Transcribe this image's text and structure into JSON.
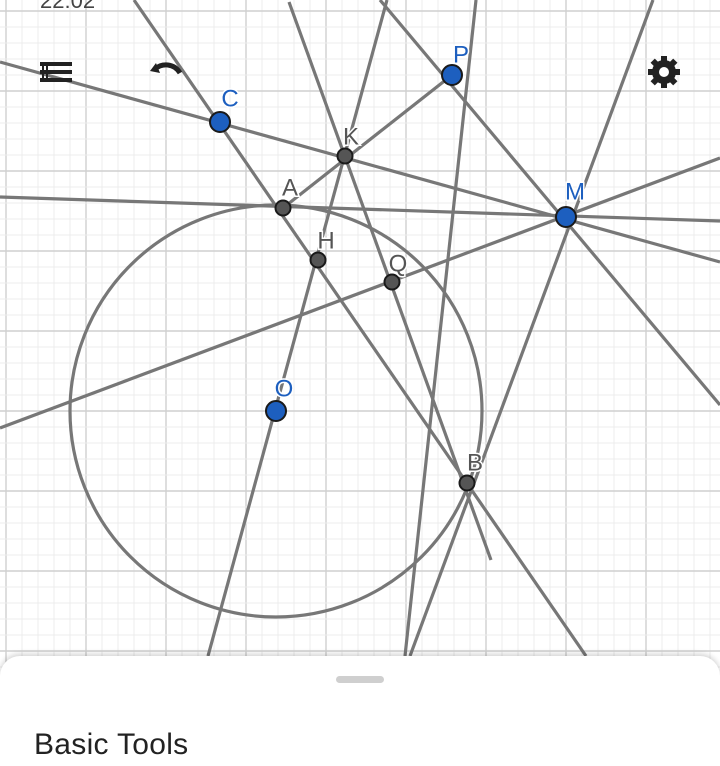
{
  "status_bar": {
    "time": "22:02",
    "icons": "signal-icons"
  },
  "toolbar": {
    "menu_icon": "hamburger-menu-icon",
    "undo_icon": "undo-icon",
    "settings_icon": "gear-icon"
  },
  "construction": {
    "free_points": [
      "C",
      "P",
      "M",
      "O"
    ],
    "dependent_points": [
      "K",
      "A",
      "H",
      "Q",
      "B"
    ]
  },
  "labels": {
    "C": "C",
    "P": "P",
    "M": "M",
    "O": "O",
    "K": "K",
    "A": "A",
    "H": "H",
    "Q": "Q",
    "B": "B"
  },
  "colors": {
    "free_point": "#1d5fbf",
    "dependent_point": "#555555",
    "line": "#777777",
    "grid_major": "#cfcfcf",
    "grid_minor": "#ececec",
    "label_blue": "#1d5fbf",
    "label_gray": "#555555"
  },
  "bottom_sheet": {
    "title": "Basic Tools"
  }
}
